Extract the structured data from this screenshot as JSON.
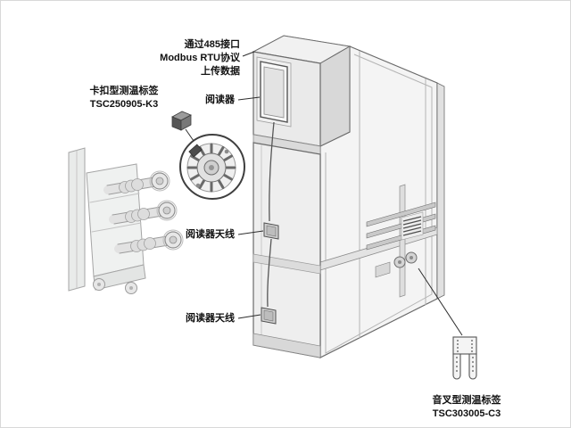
{
  "window": {
    "background": "#ffffff",
    "border": "#d8d8d8"
  },
  "labels": {
    "modbus": {
      "line1": "通过485接口",
      "line2": "Modbus RTU协议",
      "line3": "上传数据"
    },
    "reader": "阅读器",
    "snap_tag": {
      "line1": "卡扣型测温标签",
      "line2": "TSC250905-K3"
    },
    "antenna_top": "阅读器天线",
    "antenna_bottom": "阅读器天线",
    "fork_tag": {
      "line1": "音叉型测温标签",
      "line2": "TSC303005-C3"
    }
  },
  "colors": {
    "label_text": "#111111",
    "leader_line": "#2e2e2e",
    "cabinet_stroke": "#6b6b6b",
    "cabinet_fill": "#efefef",
    "breaker_stroke": "#a0a0a0",
    "detail_circle_stroke": "#3f3f3f"
  }
}
